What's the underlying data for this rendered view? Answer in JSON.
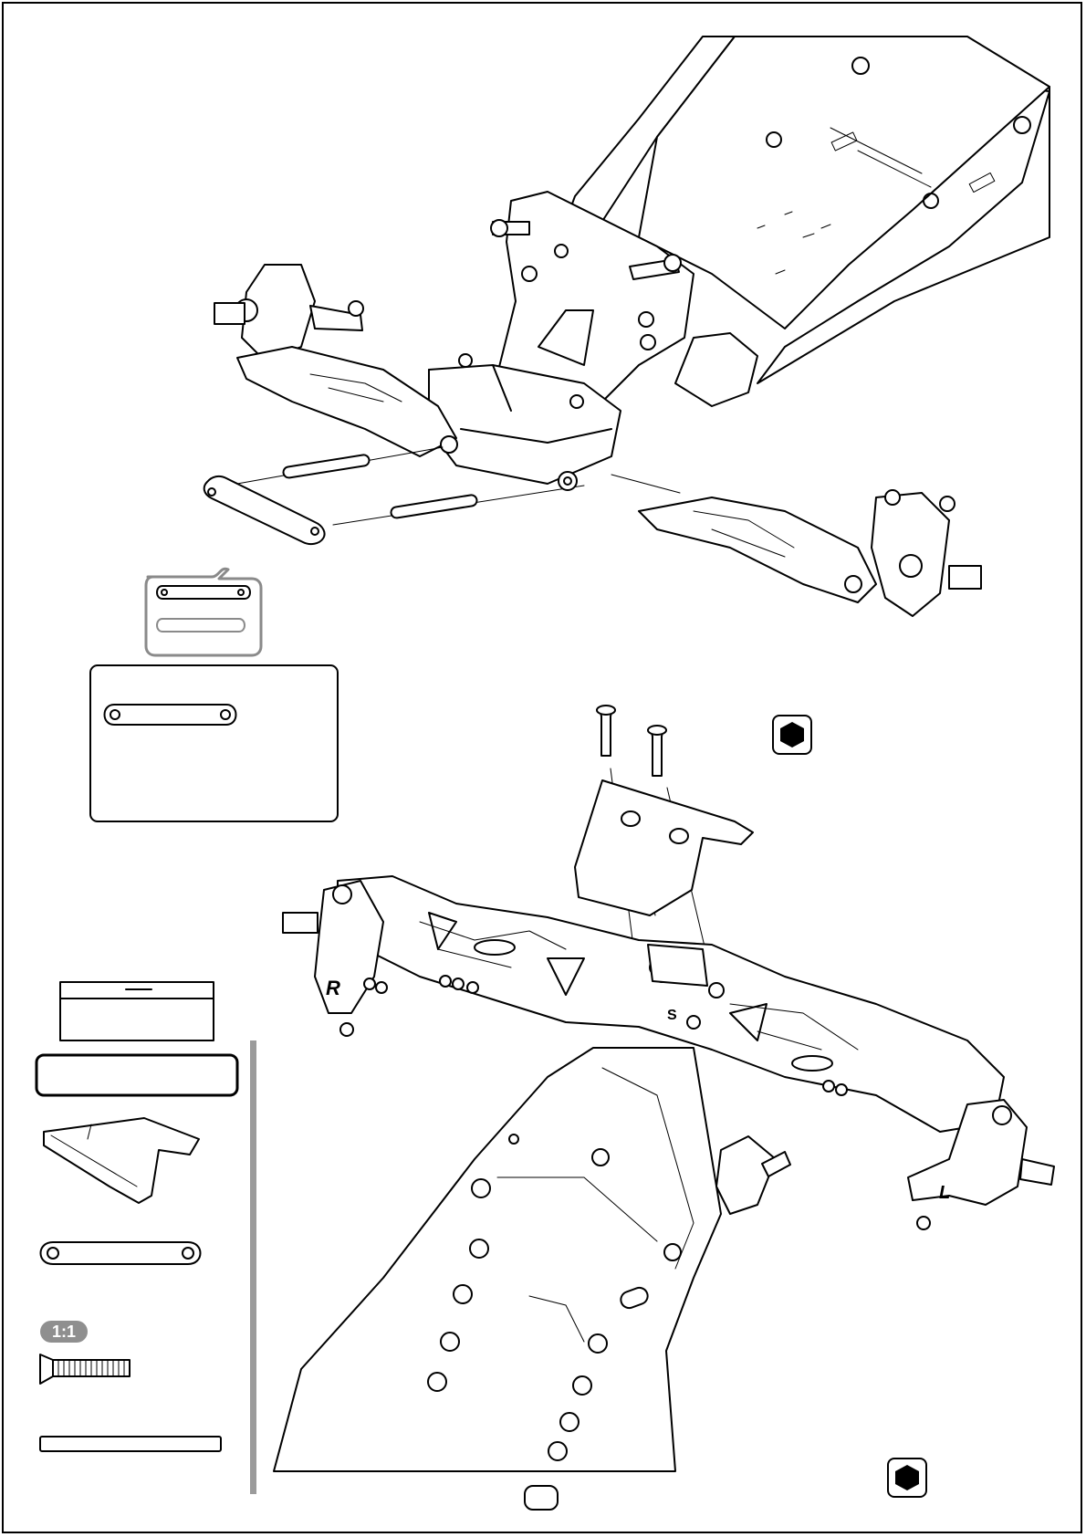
{
  "parts": {
    "scale_badge": "1:1",
    "letter_r": "R",
    "letter_s": "S",
    "letter_l": "L"
  },
  "colors": {
    "ink": "#000000",
    "accent_grey": "#8f8f8f"
  },
  "icons": {
    "tool_badge_top": "hex-nut-icon",
    "tool_badge_bottom": "hex-nut-icon"
  }
}
